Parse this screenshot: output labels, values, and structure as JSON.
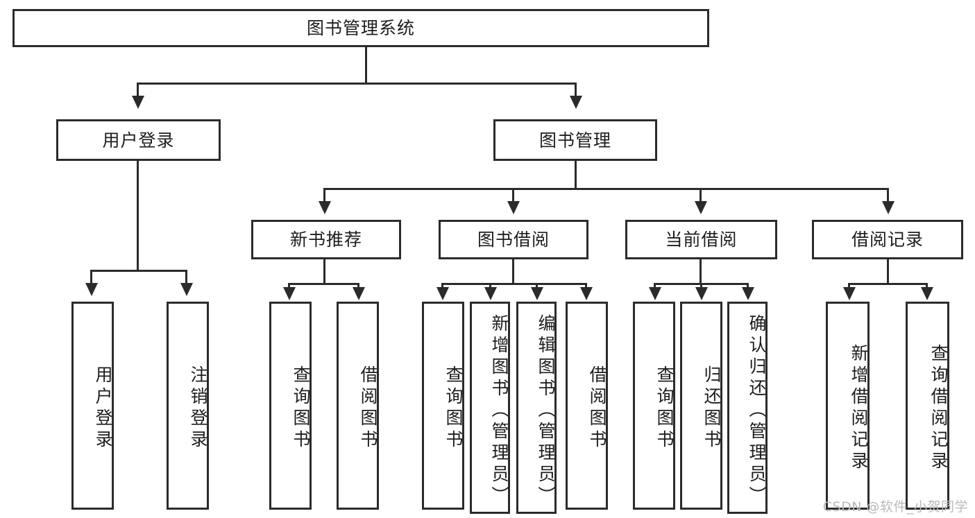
{
  "diagram": {
    "title": "图书管理系统",
    "type": "tree",
    "root": {
      "label": "图书管理系统"
    },
    "level2": [
      {
        "label": "用户登录"
      },
      {
        "label": "图书管理"
      }
    ],
    "level3": [
      {
        "label": "新书推荐"
      },
      {
        "label": "图书借阅"
      },
      {
        "label": "当前借阅"
      },
      {
        "label": "借阅记录"
      }
    ],
    "leaves": {
      "user_login": [
        {
          "label": "用户登录"
        },
        {
          "label": "注销登录"
        }
      ],
      "new_book_recommend": [
        {
          "label": "查询图书"
        },
        {
          "label": "借阅图书"
        }
      ],
      "book_borrow": [
        {
          "label": "查询图书"
        },
        {
          "label": "新增图书（管理员）"
        },
        {
          "label": "编辑图书（管理员）"
        },
        {
          "label": "借阅图书"
        }
      ],
      "current_borrow": [
        {
          "label": "查询图书"
        },
        {
          "label": "归还图书"
        },
        {
          "label": "确认归还（管理员）"
        }
      ],
      "borrow_record": [
        {
          "label": "新增借阅记录"
        },
        {
          "label": "查询借阅记录"
        }
      ]
    }
  },
  "watermark": {
    "text": "CSDN @软件_小贺同学"
  },
  "colors": {
    "stroke": "#2b2b2b",
    "background": "#ffffff",
    "text": "#1d1d1d",
    "watermark": "#b9b9b9"
  }
}
